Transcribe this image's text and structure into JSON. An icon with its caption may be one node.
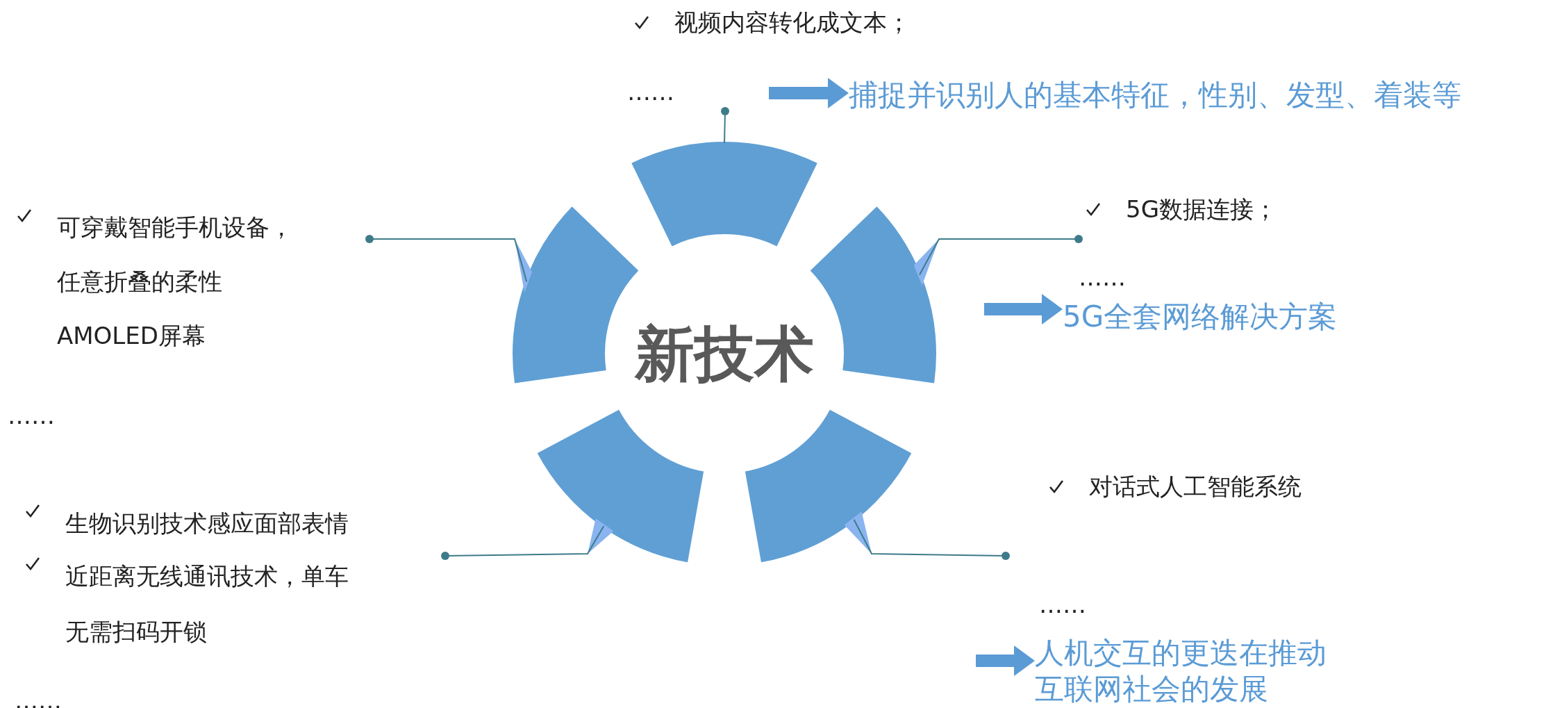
{
  "diagram": {
    "nodes": [
      {
        "text": [
          "新技术"
        ]
      },
      {
        "text": [],
        "shape": "arc"
      },
      {
        "text": [],
        "shape": "arc"
      },
      {
        "text": [],
        "shape": "arc"
      },
      {
        "text": [],
        "shape": "arc"
      },
      {
        "text": [],
        "shape": "arc"
      },
      {
        "text": [
          "视频内容转化成文本；",
          "……"
        ]
      },
      {
        "text": [
          "捕捉并识别人的基本特征，性别、发型、着装等"
        ]
      },
      {
        "text": [
          "可穿戴智能手机设备，任意折叠的柔性AMOLED屏幕",
          "……"
        ]
      },
      {
        "text": [
          "5G数据连接；",
          "……"
        ]
      },
      {
        "text": [
          "5G全套网络解决方案"
        ]
      },
      {
        "text": [
          "对话式人工智能系统",
          "……"
        ]
      },
      {
        "text": [
          "人机交互的更迭在推动互联网社会的发展"
        ]
      },
      {
        "text": [
          "生物识别技术感应面部表情",
          "近距离无线通讯技术，单车无需扫码开锁",
          "……"
        ]
      }
    ],
    "edges": [
      {
        "from": 1,
        "to": 6,
        "arrow": "other"
      },
      {
        "from": 2,
        "to": 9,
        "arrow": "other"
      },
      {
        "from": 3,
        "to": 11,
        "arrow": "other"
      },
      {
        "from": 4,
        "to": 13,
        "arrow": "other"
      },
      {
        "from": 5,
        "to": 8,
        "arrow": "other"
      },
      {
        "from": 6,
        "to": 7,
        "arrow": "to",
        "style": "thick",
        "color": "#5b9bd5"
      },
      {
        "from": null,
        "to": 10,
        "arrow": "to",
        "style": "thick",
        "color": "#5b9bd5"
      },
      {
        "from": null,
        "to": 12,
        "arrow": "to",
        "style": "thick",
        "color": "#5b9bd5"
      }
    ]
  }
}
